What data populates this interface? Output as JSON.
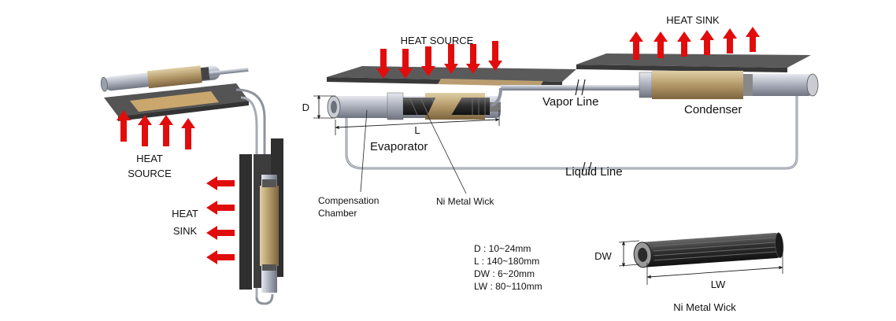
{
  "left_figure": {
    "heat_source": [
      "HEAT",
      "SOURCE"
    ],
    "heat_sink": [
      "HEAT",
      "SINK"
    ]
  },
  "main_figure": {
    "heat_source": "HEAT SOURCE",
    "heat_sink": "HEAT SINK",
    "vapor_line": "Vapor Line",
    "liquid_line": "Liquid Line",
    "condenser": "Condenser",
    "evaporator": "Evaporator",
    "dim_d": "D",
    "dim_l": "L",
    "compensation_chamber": [
      "Compensation",
      "Chamber"
    ],
    "ni_metal_wick": "Ni Metal Wick"
  },
  "specs": [
    "D : 10~24mm",
    "L : 140~180mm",
    "DW : 6~20mm",
    "LW : 80~110mm"
  ],
  "wick_figure": {
    "dim_dw": "DW",
    "dim_lw": "LW",
    "caption": "Ni Metal Wick"
  },
  "colors": {
    "arrow": "#e10d0d",
    "plate": "#545454",
    "copper": "#b59a6a",
    "tube": "#b8bcc6",
    "wick": "#2e2e2e"
  }
}
